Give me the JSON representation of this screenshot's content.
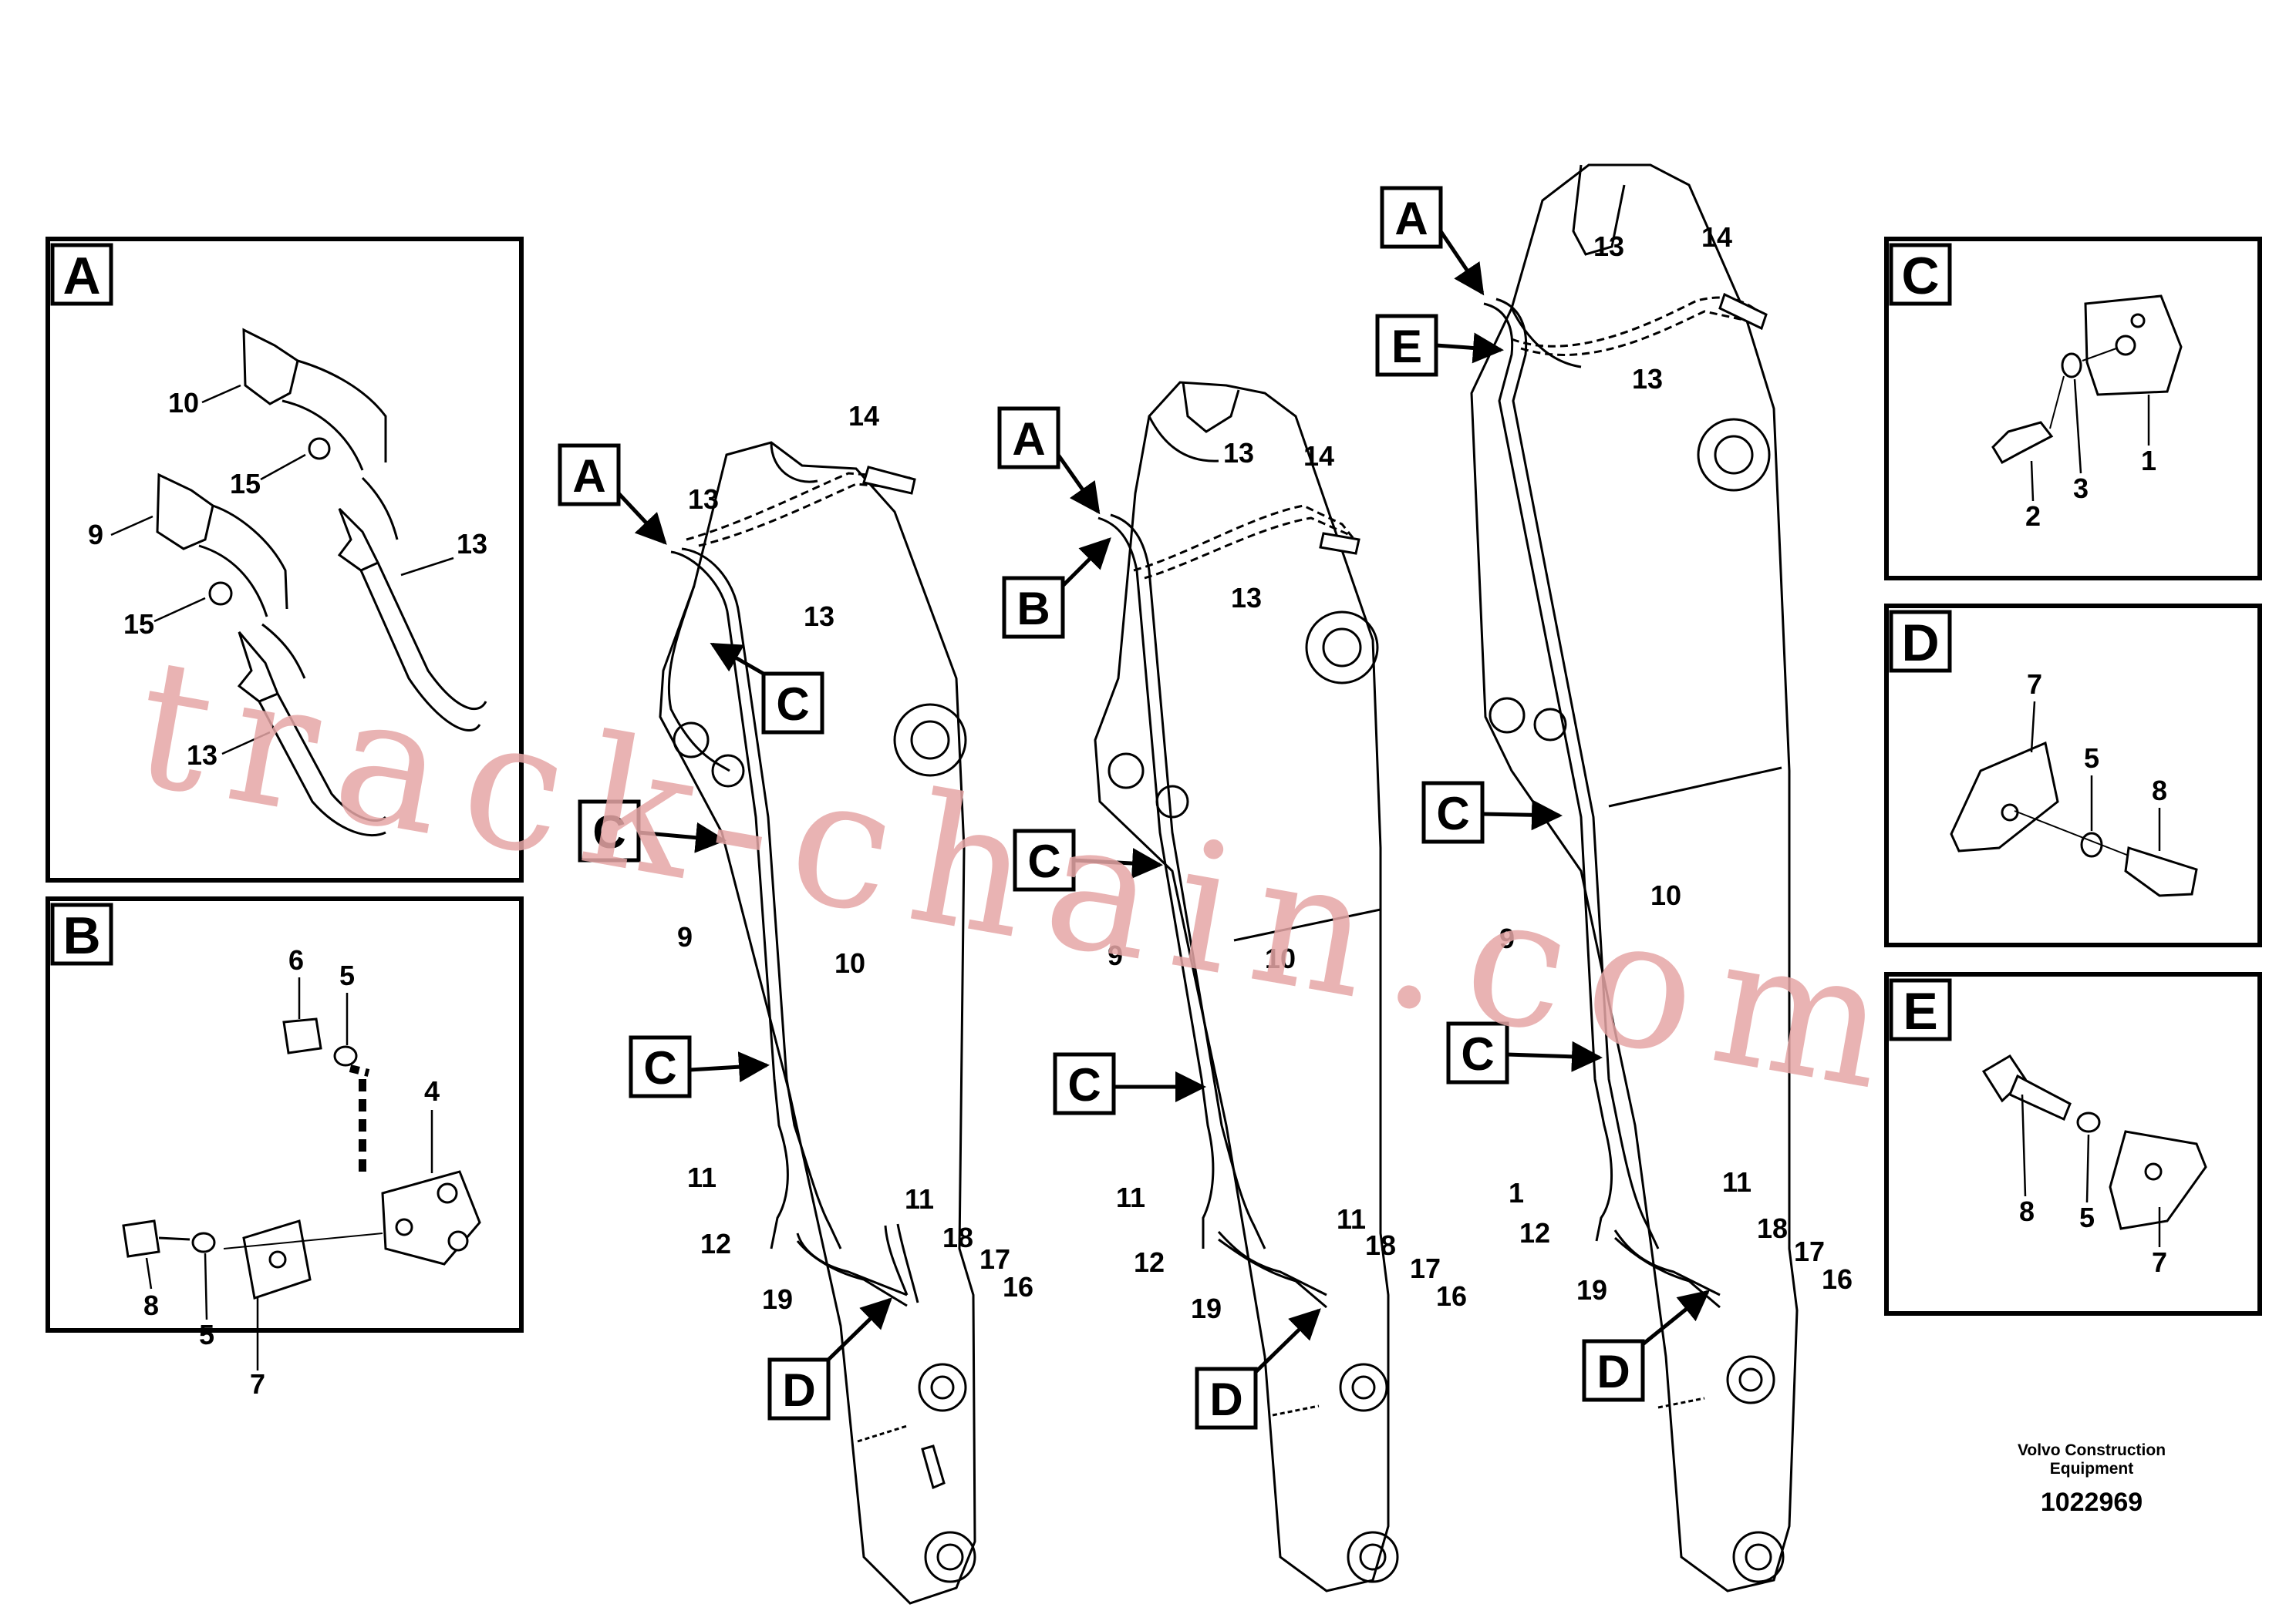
{
  "detail_panels": {
    "A": {
      "letter": "A",
      "labels": [
        "10",
        "15",
        "9",
        "15",
        "13",
        "13"
      ]
    },
    "B": {
      "letter": "B",
      "labels": [
        "6",
        "5",
        "4",
        "8",
        "5",
        "7"
      ]
    },
    "C": {
      "letter": "C",
      "labels": [
        "2",
        "3",
        "1"
      ]
    },
    "D": {
      "letter": "D",
      "labels": [
        "7",
        "5",
        "8"
      ]
    },
    "E": {
      "letter": "E",
      "labels": [
        "8",
        "5",
        "7"
      ]
    }
  },
  "boom1": {
    "callouts": [
      "A",
      "C",
      "C",
      "C",
      "D"
    ],
    "labels": [
      "14",
      "13",
      "13",
      "9",
      "10",
      "11",
      "11",
      "12",
      "18",
      "17",
      "16",
      "19"
    ]
  },
  "boom2": {
    "callouts": [
      "A",
      "B",
      "C",
      "C",
      "D"
    ],
    "labels": [
      "13",
      "14",
      "13",
      "9",
      "10",
      "11",
      "11",
      "12",
      "18",
      "17",
      "16",
      "19"
    ]
  },
  "boom3": {
    "callouts": [
      "A",
      "E",
      "C",
      "C",
      "D"
    ],
    "labels": [
      "13",
      "14",
      "13",
      "9",
      "10",
      "1",
      "11",
      "12",
      "18",
      "17",
      "16",
      "19"
    ]
  },
  "credit": {
    "line1": "Volvo Construction",
    "line2": "Equipment",
    "number": "1022969"
  },
  "watermark": "track-chain.com"
}
